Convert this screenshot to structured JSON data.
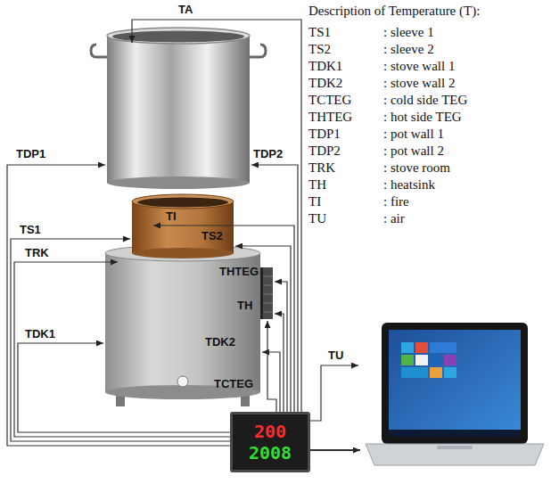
{
  "diagram": {
    "nodes": [
      {
        "text": [
          "200",
          "2008"
        ]
      }
    ],
    "labels": [
      "TA",
      "TDP1",
      "TDP2",
      "TI",
      "TS1",
      "TS2",
      "TRK",
      "THTEG",
      "TH",
      "TDK1",
      "TDK2",
      "TU",
      "TCTEG",
      "Description of Temperature (T):",
      "TS1",
      ": sleeve 1",
      "TS2",
      ": sleeve 2",
      "TDK1",
      ": stove wall 1",
      "TDK2",
      ": stove wall 2",
      "TCTEG",
      ": cold side TEG",
      "THTEG",
      ": hot side TEG",
      "TDP1",
      ": pot wall 1",
      "TDP2",
      ": pot wall 2",
      "TRK",
      ": stove room",
      "TH",
      ": heatsink",
      "TI",
      ": fire",
      "TU",
      ": air"
    ]
  }
}
